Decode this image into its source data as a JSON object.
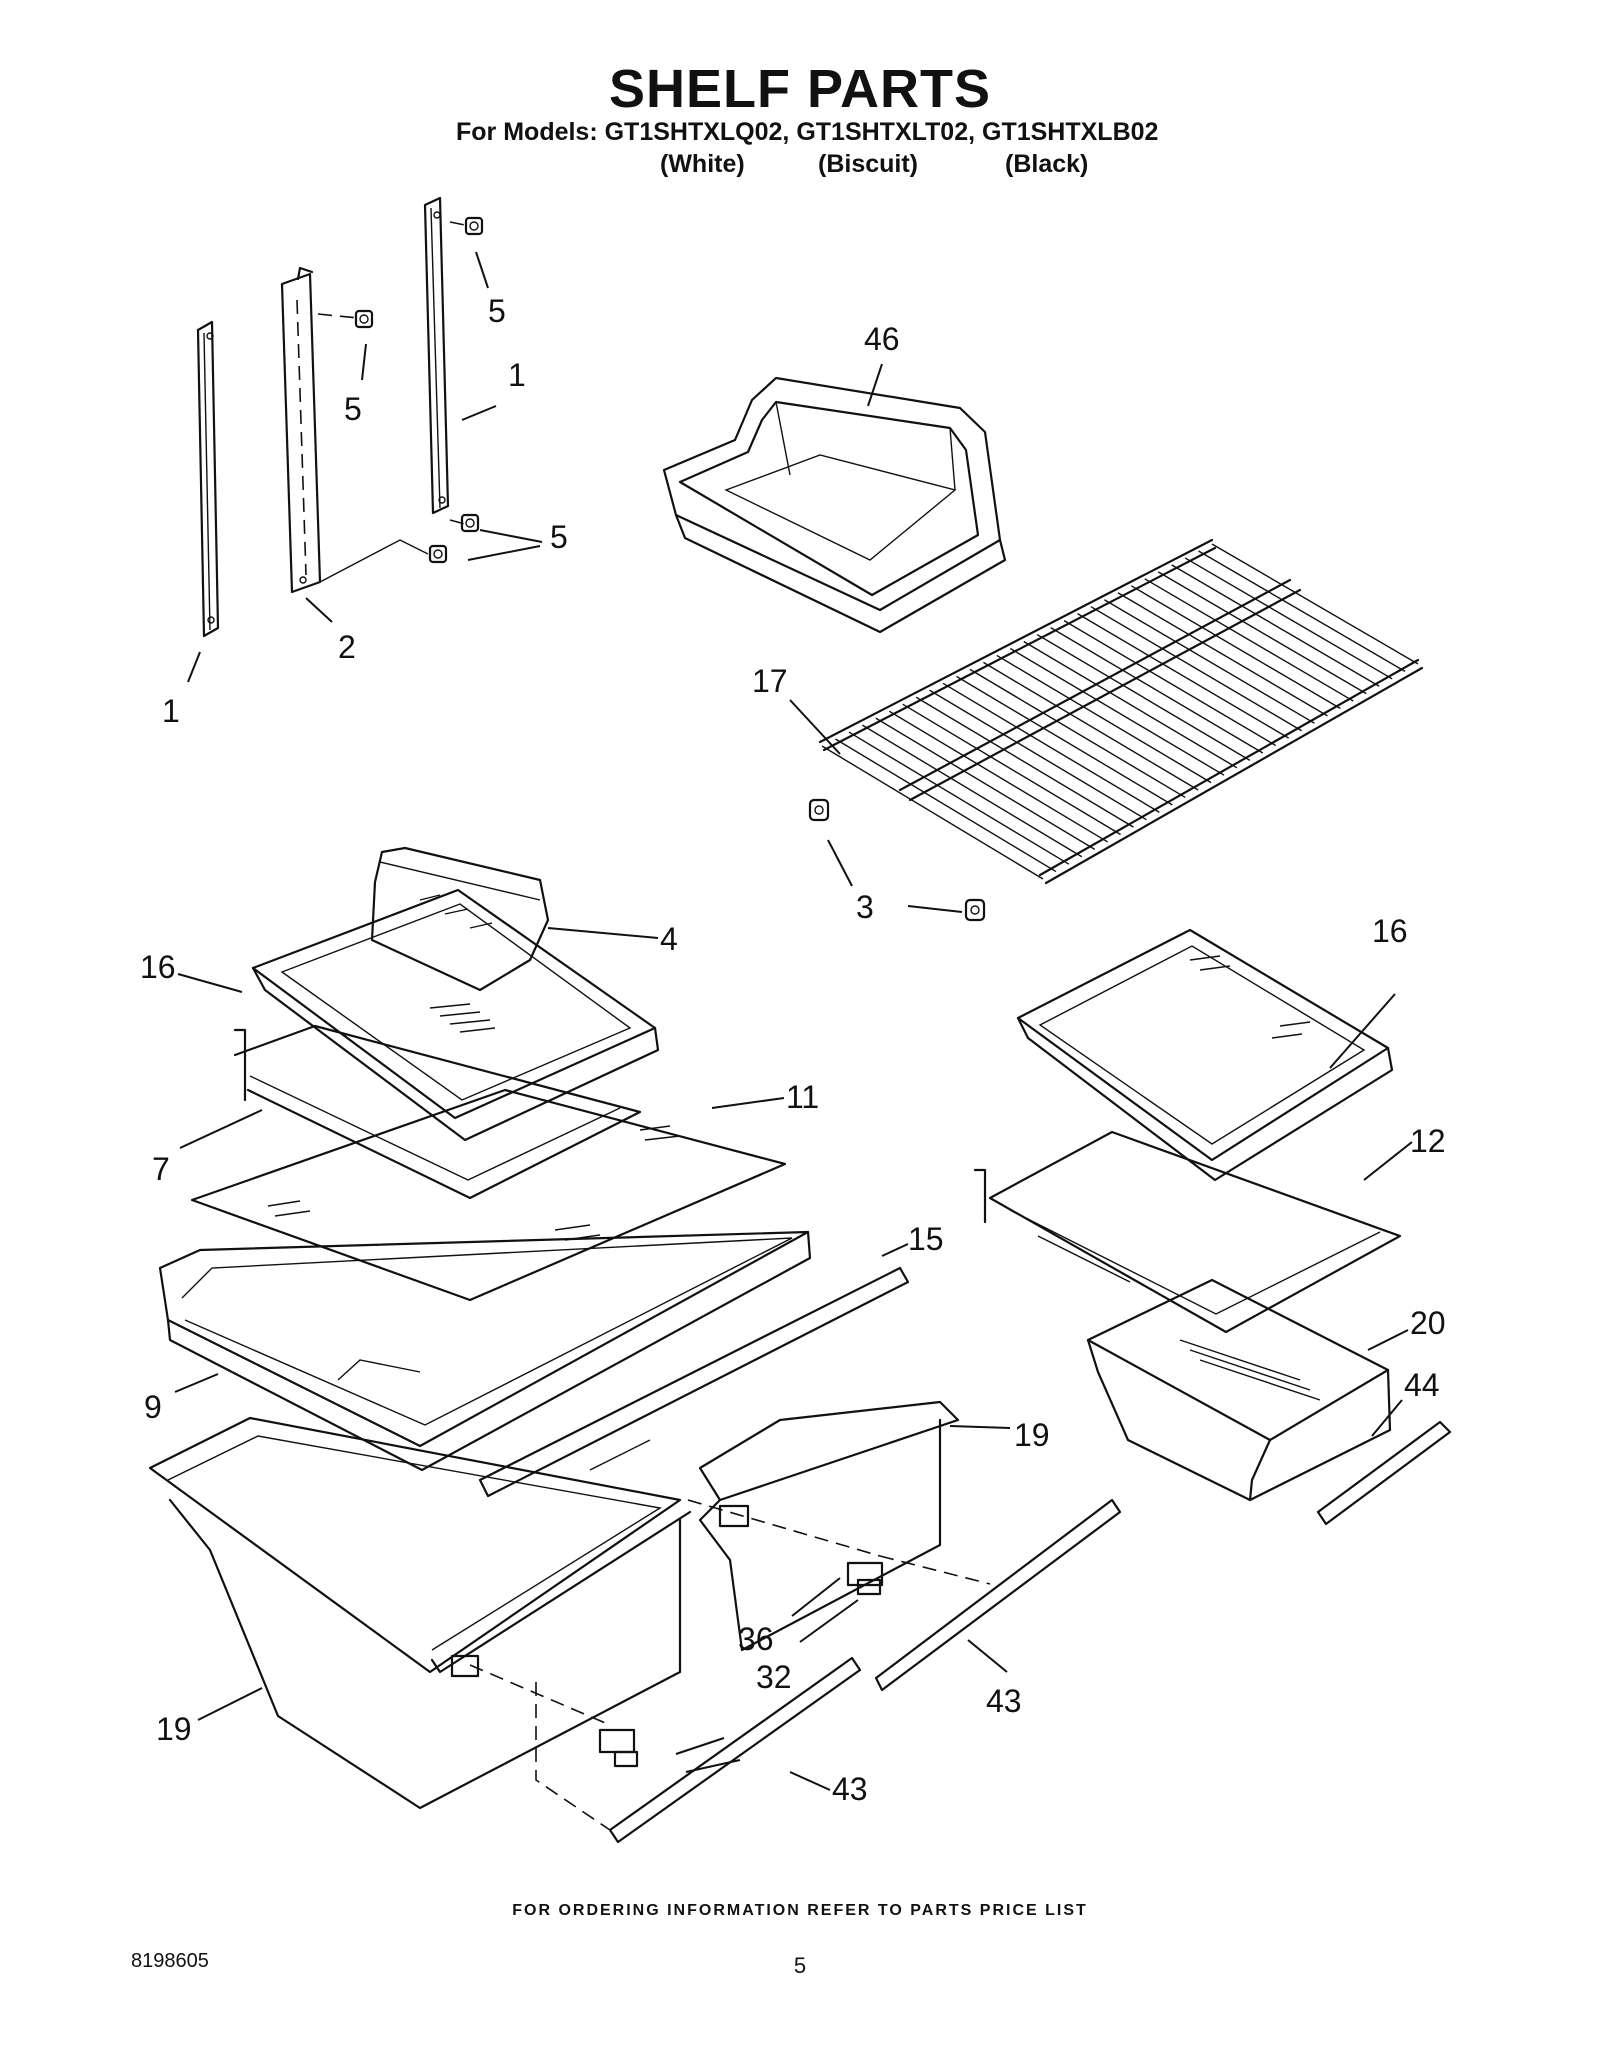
{
  "header": {
    "title": "SHELF PARTS",
    "models_line": "For Models: GT1SHTXLQ02, GT1SHTXLT02, GT1SHTXLB02",
    "variants": [
      "(White)",
      "(Biscuit)",
      "(Black)"
    ]
  },
  "callouts": [
    "5",
    "46",
    "5",
    "1",
    "5",
    "2",
    "1",
    "17",
    "3",
    "3",
    "4",
    "16",
    "16",
    "11",
    "7",
    "12",
    "15",
    "20",
    "9",
    "44",
    "19",
    "36",
    "32",
    "43",
    "19",
    "43"
  ],
  "footer": {
    "ordering_note": "FOR ORDERING INFORMATION REFER TO PARTS PRICE LIST",
    "document_number": "8198605",
    "page_number": "5"
  },
  "colors": {
    "ink": "#111111",
    "background": "#ffffff"
  }
}
